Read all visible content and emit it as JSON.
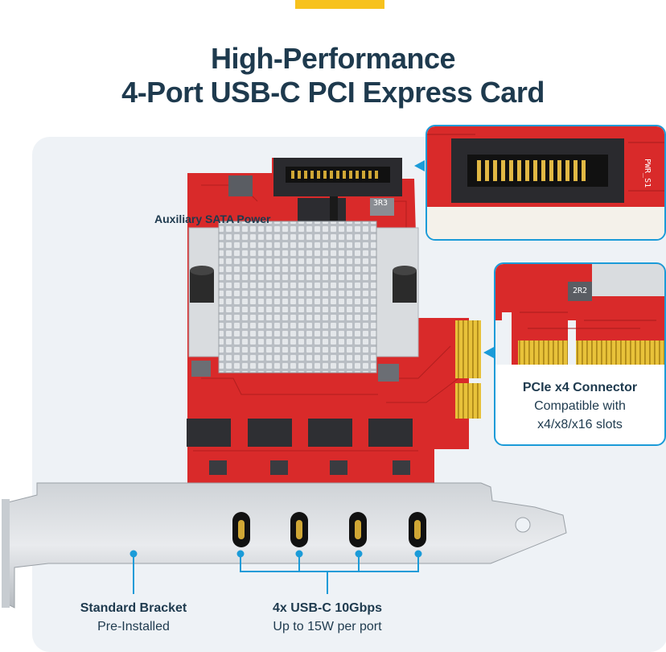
{
  "headline": {
    "line1": "High-Performance",
    "line2": "4-Port USB-C PCI Express Card"
  },
  "labels": {
    "sata": "Auxiliary SATA Power",
    "pcie_title": "PCIe x4 Connector",
    "pcie_desc1": "Compatible with",
    "pcie_desc2": "x4/x8/x16 slots",
    "bracket_title": "Standard Bracket",
    "bracket_desc": "Pre-Installed",
    "usb_title": "4x USB-C 10Gbps",
    "usb_desc": "Up to 15W per port"
  },
  "silkscreen": {
    "pwr": "PWR_S1",
    "inductor_top": "3R3",
    "inductor_callout": "2R2"
  },
  "colors": {
    "accent_yellow": "#f7c21d",
    "callout_blue": "#1b9bd8",
    "pcb_red": "#d92a2a",
    "heading_navy": "#1e3a4e"
  }
}
